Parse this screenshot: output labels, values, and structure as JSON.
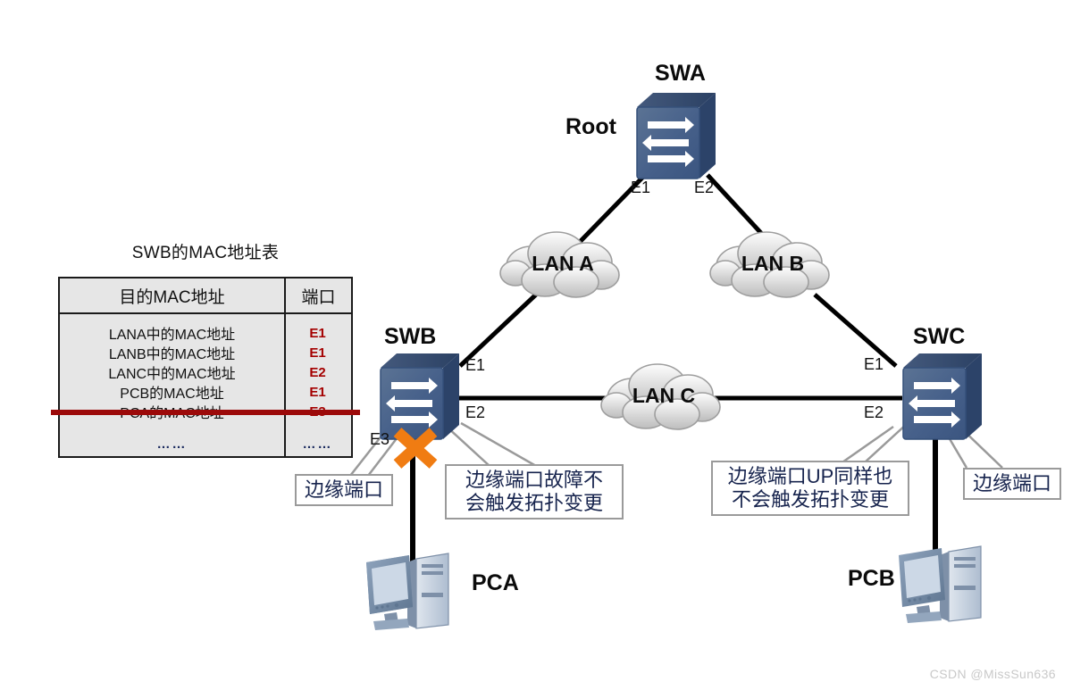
{
  "mac_table": {
    "title": "SWB的MAC地址表",
    "columns": [
      "目的MAC地址",
      "端口"
    ],
    "rows": [
      {
        "mac": "LANA中的MAC地址",
        "port": "E1",
        "struck": false
      },
      {
        "mac": "LANB中的MAC地址",
        "port": "E1",
        "struck": false
      },
      {
        "mac": "LANC中的MAC地址",
        "port": "E2",
        "struck": false
      },
      {
        "mac": "PCB的MAC地址",
        "port": "E1",
        "struck": false
      },
      {
        "mac": "PCA的MAC地址",
        "port": "E3",
        "struck": true
      },
      {
        "mac": "……",
        "port": "……",
        "struck": false
      }
    ]
  },
  "nodes": {
    "swa": "SWA",
    "swa_role": "Root",
    "swb": "SWB",
    "swc": "SWC",
    "pca": "PCA",
    "pcb": "PCB"
  },
  "clouds": [
    {
      "id": "lan_a",
      "label": "LAN A"
    },
    {
      "id": "lan_b",
      "label": "LAN B"
    },
    {
      "id": "lan_c",
      "label": "LAN C"
    }
  ],
  "ports": {
    "swa_e1": "E1",
    "swa_e2": "E2",
    "swb_e1": "E1",
    "swb_e2": "E2",
    "swb_e3": "E3",
    "swc_e1": "E1",
    "swc_e2": "E2"
  },
  "callouts": {
    "edge_port_left": [
      "边缘端口"
    ],
    "fault_note": [
      "边缘端口故障不",
      "会触发拓扑变更"
    ],
    "up_note": [
      "边缘端口UP同样也",
      "不会触发拓扑变更"
    ],
    "edge_port_right": [
      "边缘端口"
    ]
  },
  "colors": {
    "switch_front": "#49648a",
    "switch_dark": "#2c4369",
    "fault_x": "#f07c12",
    "strike_red": "#9c0a0a",
    "port_text": "#111111",
    "table_value": "#a40000"
  },
  "watermark": "CSDN @MissSun636"
}
